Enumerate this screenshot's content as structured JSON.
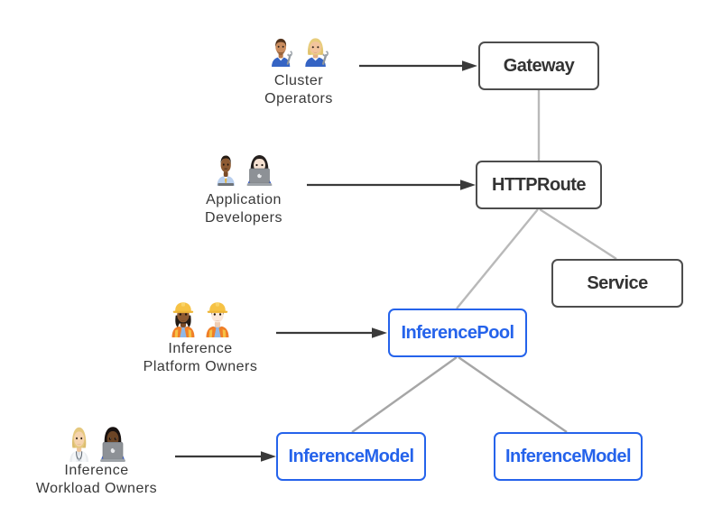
{
  "diagram": {
    "background_color": "#ffffff",
    "colors": {
      "standard_node_border": "#4d4d4d",
      "standard_node_text": "#333333",
      "extension_node_accent": "#2563eb",
      "connector_line": "#b9b9b9",
      "arrow": "#3a3a3a",
      "persona_label_text": "#383838"
    },
    "personas": [
      {
        "label_line1": "Cluster",
        "label_line2": "Operators",
        "icons": [
          "man-mechanic",
          "woman-mechanic"
        ],
        "points_to": "Gateway"
      },
      {
        "label_line1": "Application",
        "label_line2": "Developers",
        "icons": [
          "man-technologist",
          "woman-technologist"
        ],
        "points_to": "HTTPRoute"
      },
      {
        "label_line1": "Inference",
        "label_line2": "Platform Owners",
        "icons": [
          "woman-construction-worker",
          "man-construction-worker"
        ],
        "points_to": "InferencePool"
      },
      {
        "label_line1": "Inference",
        "label_line2": "Workload Owners",
        "icons": [
          "health-worker",
          "person-technologist"
        ],
        "points_to": "InferenceModel"
      }
    ],
    "nodes": [
      {
        "label": "Gateway",
        "variant": "standard"
      },
      {
        "label": "HTTPRoute",
        "variant": "standard"
      },
      {
        "label": "Service",
        "variant": "standard"
      },
      {
        "label": "InferencePool",
        "variant": "extension"
      },
      {
        "label": "InferenceModel",
        "variant": "extension"
      },
      {
        "label": "InferenceModel",
        "variant": "extension"
      }
    ],
    "connections": [
      {
        "from": "Gateway",
        "to": "HTTPRoute"
      },
      {
        "from": "HTTPRoute",
        "to": "Service"
      },
      {
        "from": "HTTPRoute",
        "to": "InferencePool"
      },
      {
        "from": "InferencePool",
        "to": "InferenceModel"
      },
      {
        "from": "InferencePool",
        "to": "InferenceModel"
      }
    ]
  }
}
